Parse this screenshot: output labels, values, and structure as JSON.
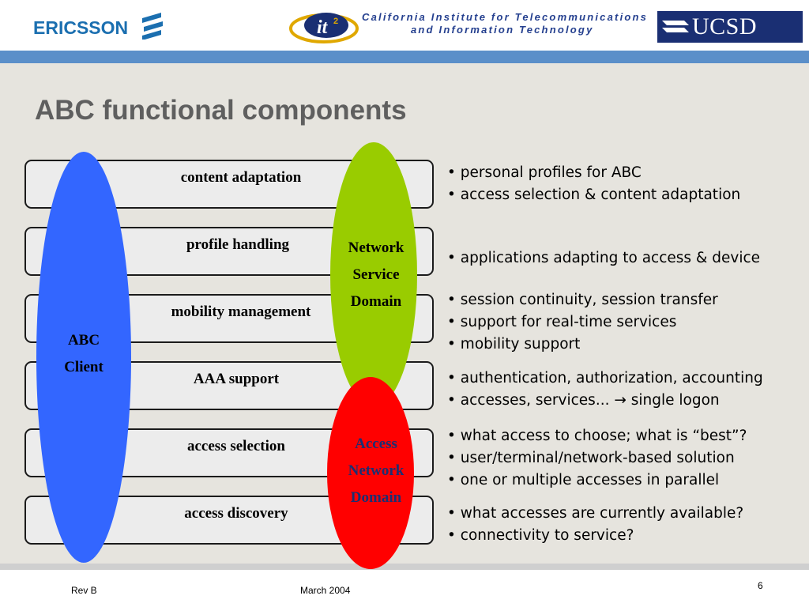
{
  "header": {
    "ericsson_logo_text": "ERICSSON",
    "calit2_line1": "California Institute for Telecommunications",
    "calit2_line2": "and Information Technology",
    "ucsd_logo_text": "UCSD"
  },
  "slide": {
    "title": "ABC functional components",
    "rows": [
      {
        "label": "content adaptation"
      },
      {
        "label": "profile handling"
      },
      {
        "label": "mobility management"
      },
      {
        "label": "AAA support"
      },
      {
        "label": "access selection"
      },
      {
        "label": "access discovery"
      }
    ],
    "ovals": {
      "abc_client": [
        "ABC",
        "Client"
      ],
      "network_service_domain": [
        "Network",
        "Service",
        "Domain"
      ],
      "access_network_domain": [
        "Access",
        "Network",
        "Domain"
      ]
    },
    "bullet_groups": [
      [
        "• personal profiles for ABC",
        "• access selection & content adaptation"
      ],
      [
        "• applications adapting to access & device"
      ],
      [
        "• session continuity, session transfer",
        "• support for real-time services",
        "• mobility support"
      ],
      [
        "• authentication, authorization, accounting",
        "• accesses, services... → single logon"
      ],
      [
        "• what access to choose; what is “best”?",
        "• user/terminal/network-based solution",
        "• one or multiple accesses in parallel"
      ],
      [
        "• what accesses are currently available?",
        "• connectivity to service?"
      ]
    ]
  },
  "footer": {
    "rev": "Rev B",
    "date": "March 2004",
    "page_number": "6"
  },
  "colors": {
    "abc_client_oval": "#3366ff",
    "network_service_oval": "#99cc00",
    "access_network_oval": "#ff0000",
    "access_network_text": "#1a2f73",
    "title": "#5f5f5f",
    "header_stripe": "#5b8fc9"
  }
}
